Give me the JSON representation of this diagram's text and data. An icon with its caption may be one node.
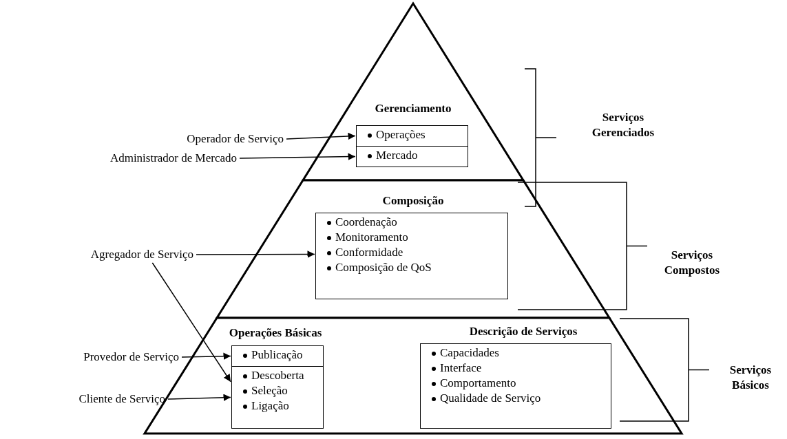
{
  "diagram": {
    "nodes": [
      {
        "text": [
          "Gerenciamento"
        ]
      },
      {
        "text": [
          "Operações"
        ],
        "in": 0
      },
      {
        "text": [
          "Mercado"
        ],
        "in": 0
      },
      {
        "text": [
          "Composição"
        ]
      },
      {
        "text": [
          "Coordenação",
          "Monitoramento",
          "Conformidade",
          "Composição de QoS"
        ],
        "in": 3
      },
      {
        "text": [
          "Operações Básicas",
          "Descrição de Serviços"
        ]
      },
      {
        "text": [
          "Publicação"
        ],
        "in": 5
      },
      {
        "text": [
          "Descoberta",
          "Seleção",
          "Ligação"
        ],
        "in": 5
      },
      {
        "text": [
          "Capacidades",
          "Interface",
          "Comportamento",
          "Qualidade de Serviço"
        ],
        "in": 5
      },
      {
        "text": [
          "Operador de Serviço"
        ]
      },
      {
        "text": [
          "Administrador de Mercado"
        ]
      },
      {
        "text": [
          "Agregador de Serviço"
        ]
      },
      {
        "text": [
          "Provedor de Serviço"
        ]
      },
      {
        "text": [
          "Cliente de Serviço"
        ]
      }
    ],
    "edges": [
      {
        "from": 9,
        "to": 1,
        "arrow": "to"
      },
      {
        "from": 10,
        "to": 2,
        "arrow": "to"
      },
      {
        "from": 11,
        "to": 4,
        "arrow": "to"
      },
      {
        "from": 11,
        "to": 7,
        "arrow": "to"
      },
      {
        "from": 12,
        "to": 6,
        "arrow": "to"
      },
      {
        "from": 13,
        "to": 7,
        "arrow": "to"
      }
    ],
    "labels": [
      "Serviços Gerenciados",
      "Serviços Compostos",
      "Serviços Básicos"
    ]
  }
}
